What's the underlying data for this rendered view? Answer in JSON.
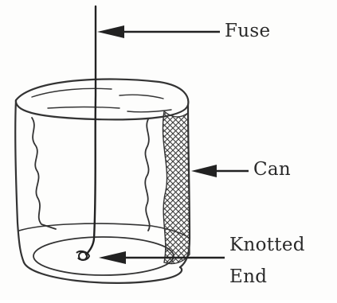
{
  "diagram": {
    "labels": {
      "fuse": "Fuse",
      "can": "Can",
      "knotted": "Knotted",
      "end": "End"
    }
  }
}
